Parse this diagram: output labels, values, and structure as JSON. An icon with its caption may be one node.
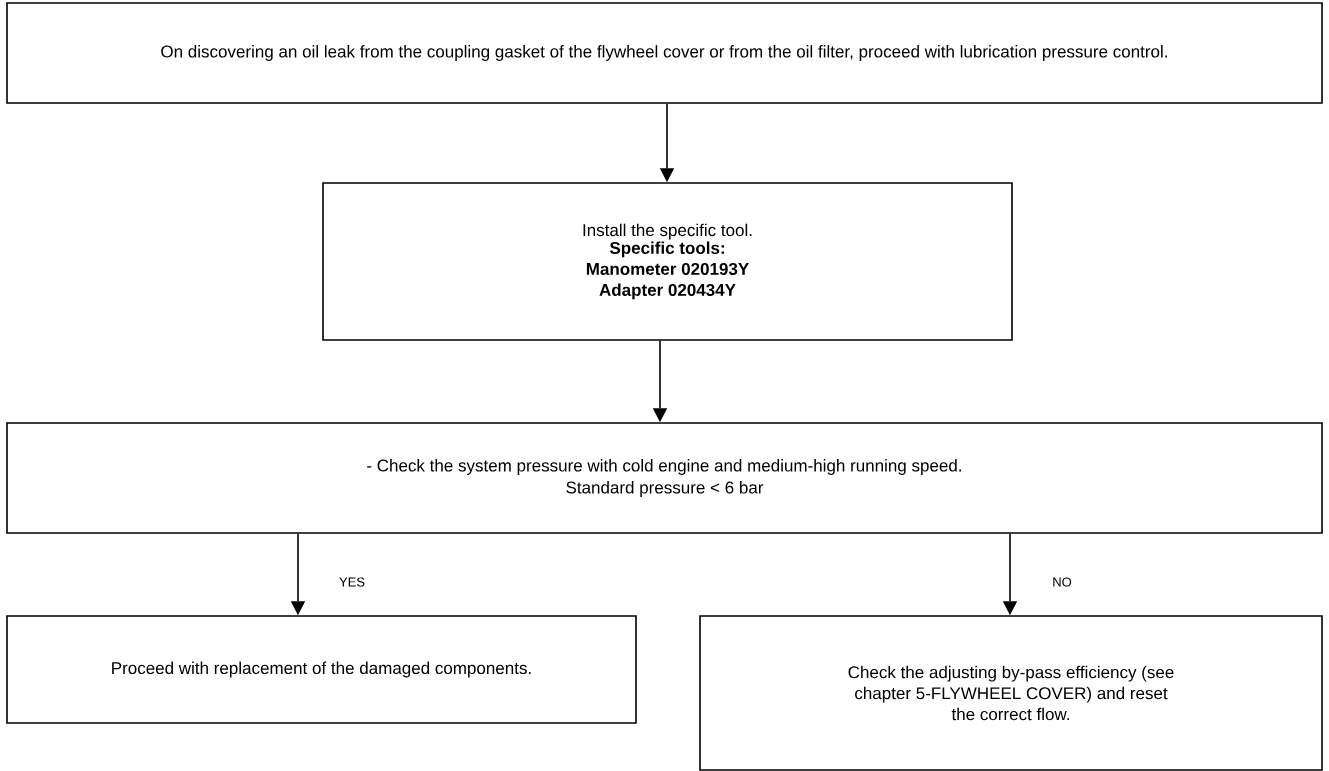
{
  "diagram": {
    "nodes": [
      {
        "text": [
          "On discovering an oil leak from the coupling gasket of the flywheel cover or from the oil filter, proceed with lubrication pressure control."
        ]
      },
      {
        "text": [
          "Install the specific tool.",
          "Specific tools: Manometer 020193Y Adapter 020434Y"
        ]
      },
      {
        "text": [
          "-  Check the system pressure with cold engine and medium-high running speed.",
          "Standard pressure < 6 bar"
        ]
      },
      {
        "text": [
          "Proceed with replacement of the damaged components."
        ]
      },
      {
        "text": [
          "Check the adjusting by-pass efficiency (see chapter 5-FLYWHEEL COVER) and reset the correct flow."
        ]
      }
    ],
    "edges": [
      {
        "from": 0,
        "to": 1,
        "arrow": "to"
      },
      {
        "from": 1,
        "to": 2,
        "arrow": "to"
      },
      {
        "from": 2,
        "to": 3,
        "arrow": "to",
        "label": "YES"
      },
      {
        "from": 2,
        "to": 4,
        "arrow": "to",
        "label": "NO"
      }
    ]
  }
}
